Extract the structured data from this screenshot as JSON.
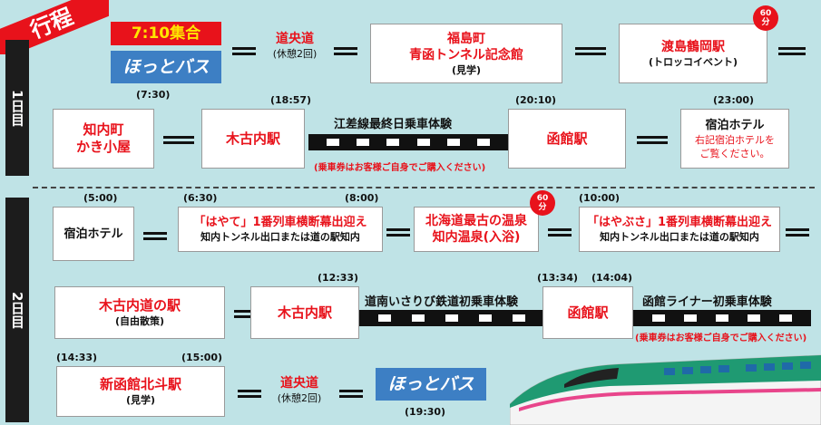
{
  "colors": {
    "accent": "#e8121b",
    "background": "#bfe3e6",
    "bus": "#3d7fc4"
  },
  "header": {
    "title": "行程"
  },
  "day1": {
    "label": "1日目",
    "meet": "7:10集合",
    "bus_start": "ほっとバス",
    "time_start": "(7:30)",
    "road": "道央道",
    "road_note": "(休憩2回)",
    "fukushima": {
      "line1": "福島町",
      "line2": "青函トンネル記念館",
      "line3": "(見学)"
    },
    "oshima": {
      "line1": "渡島鶴岡駅",
      "line2": "(トロッコイベント)",
      "badge_num": "60",
      "badge_unit": "分"
    },
    "shiriuchi": {
      "line1": "知内町",
      "line2": "かき小屋"
    },
    "time_kikonai": "(18:57)",
    "kikonai": "木古内駅",
    "rail_title": "江差線最終日乗車体験",
    "rail_note": "(乗車券はお客様ご自身でご購入ください)",
    "time_hakodate": "(20:10)",
    "hakodate": "函館駅",
    "time_hotel": "(23:00)",
    "hotel": {
      "line1": "宿泊ホテル",
      "line2": "右記宿泊ホテルを",
      "line3": "ご覧ください。"
    }
  },
  "day2": {
    "label": "2日目",
    "time_hotel": "(5:00)",
    "hotel": "宿泊ホテル",
    "time_hayate_a": "(6:30)",
    "time_hayate_b": "(8:00)",
    "hayate": {
      "line1": "「はやて」1番列車横断幕出迎え",
      "line2": "知内トンネル出口または道の駅知内"
    },
    "onsen": {
      "line1": "北海道最古の温泉",
      "line2": "知内温泉(入浴)",
      "badge_num": "60",
      "badge_unit": "分"
    },
    "time_hayabusa": "(10:00)",
    "hayabusa": {
      "line1": "「はやぶさ」1番列車横断幕出迎え",
      "line2": "知内トンネル出口または道の駅知内"
    },
    "michinoeki": {
      "line1": "木古内道の駅",
      "line2": "(自由散策)"
    },
    "time_kikonai": "(12:33)",
    "kikonai": "木古内駅",
    "rail1_title": "道南いさりび鉄道初乗車体験",
    "time_hakodate_a": "(13:34)",
    "time_hakodate_b": "(14:04)",
    "hakodate": "函館駅",
    "rail2_title": "函館ライナー初乗車体験",
    "rail2_note": "(乗車券はお客様ご自身でご購入ください)",
    "time_shinhakodate_a": "(14:33)",
    "time_shinhakodate_b": "(15:00)",
    "shinhakodate": {
      "line1": "新函館北斗駅",
      "line2": "(見学)"
    },
    "road": "道央道",
    "road_note": "(休憩2回)",
    "bus_end": "ほっとバス",
    "time_end": "(19:30)"
  }
}
